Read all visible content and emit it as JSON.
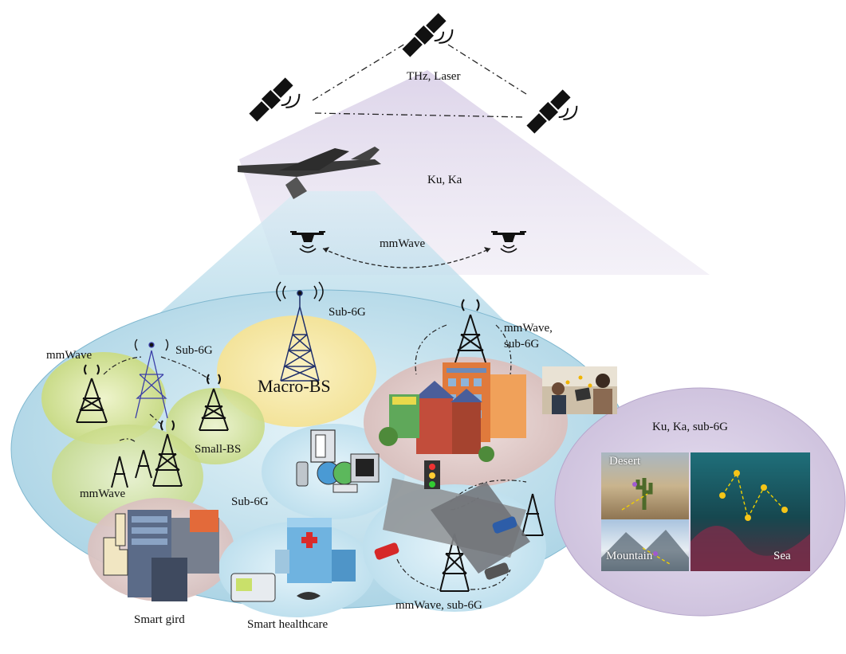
{
  "labels": {
    "thz_laser": "THz, Laser",
    "ku_ka": "Ku, Ka",
    "mmwave_uav": "mmWave",
    "sub6g_macro": "Sub-6G",
    "macro_bs": "Macro-BS",
    "mmwave_left": "mmWave",
    "sub6g_left": "Sub-6G",
    "small_bs": "Small-BS",
    "mmwave_lower": "mmWave",
    "sub6g_center": "Sub-6G",
    "mmwave_sub6g_top": "mmWave,\nsub-6G",
    "ku_ka_sub6g": "Ku, Ka, sub-6G",
    "desert": "Desert",
    "mountain": "Mountain",
    "sea": "Sea",
    "mmwave_sub6g_bottom": "mmWave, sub-6G",
    "smart_grid": "Smart gird",
    "smart_healthcare": "Smart healthcare"
  },
  "colors": {
    "space_cone": "#c9bedc",
    "ground_disc": "#cfe9f3",
    "macro_zone": "#f6eab2",
    "small_zone": "#d6e3a1",
    "city_zone": "#e5d2d2",
    "remote_zone": "#ddd3e6",
    "tower": "#1a1a1a"
  }
}
